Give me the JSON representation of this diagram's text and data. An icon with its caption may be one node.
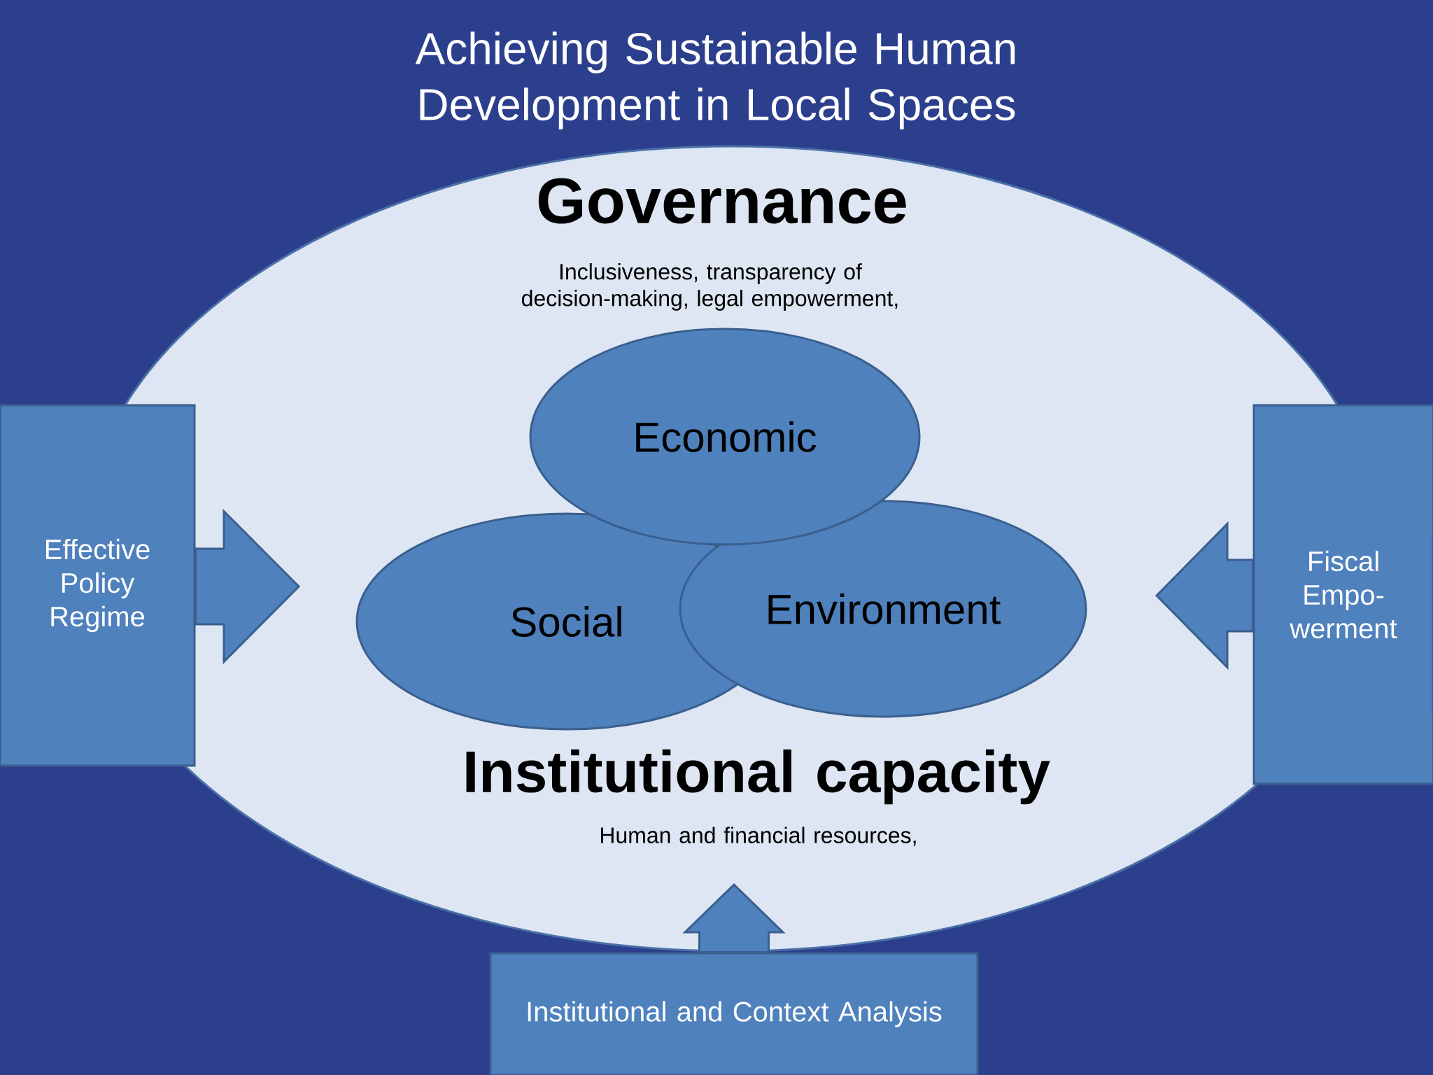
{
  "diagram": {
    "title": "Achieving Sustainable Human Development in Local Spaces",
    "nodes": [
      {
        "text": [
          "Governance",
          "Inclusiveness, transparency of decision-making, legal empowerment,",
          "Institutional capacity",
          "Human and financial resources,"
        ]
      },
      {
        "text": [
          "Economic"
        ],
        "in": 0
      },
      {
        "text": [
          "Social"
        ],
        "in": 0
      },
      {
        "text": [
          "Environment"
        ],
        "in": 0
      },
      {
        "text": [
          "Effective Policy Regime"
        ]
      },
      {
        "text": [
          "Fiscal Empo- werment"
        ]
      },
      {
        "text": [
          "Institutional and Context Analysis"
        ]
      }
    ],
    "edges": [
      {
        "from": 4,
        "to": 2,
        "arrow": "to",
        "style": "thick"
      },
      {
        "from": 5,
        "to": 3,
        "arrow": "to",
        "style": "thick"
      },
      {
        "from": 6,
        "to": 0,
        "arrow": "to",
        "style": "thick"
      }
    ]
  }
}
